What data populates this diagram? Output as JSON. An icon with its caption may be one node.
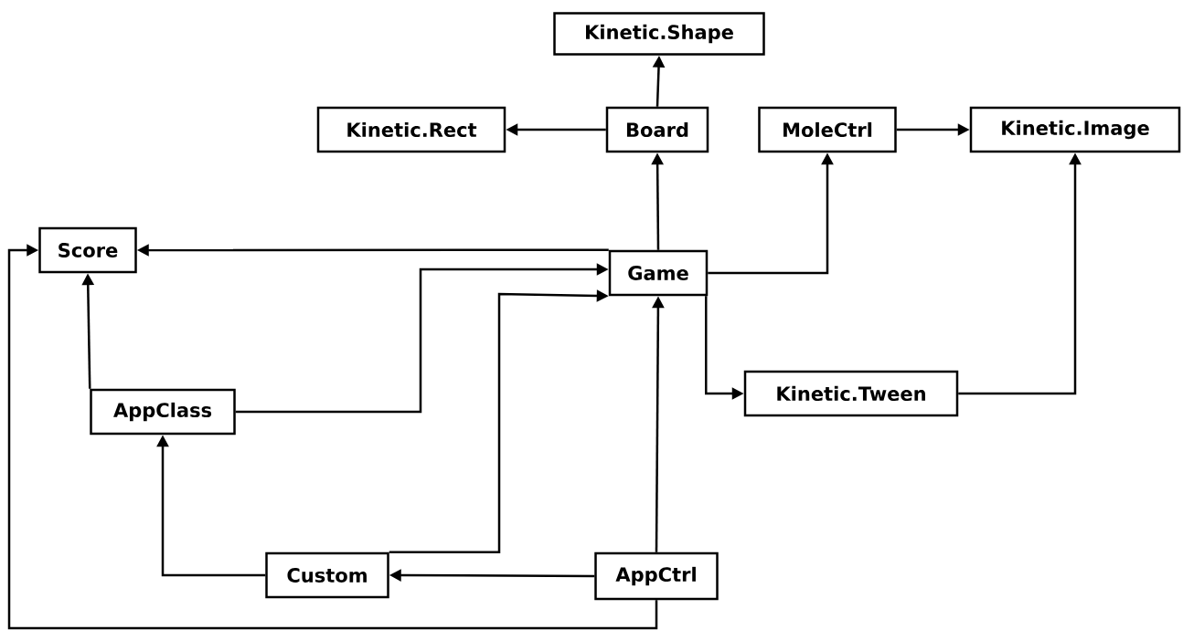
{
  "diagram": {
    "nodes": [
      {
        "text": [
          "Kinetic.Shape"
        ]
      },
      {
        "text": [
          "Kinetic.Rect"
        ]
      },
      {
        "text": [
          "Board"
        ]
      },
      {
        "text": [
          "MoleCtrl"
        ]
      },
      {
        "text": [
          "Kinetic.Image"
        ]
      },
      {
        "text": [
          "Score"
        ]
      },
      {
        "text": [
          "Game"
        ]
      },
      {
        "text": [
          "AppClass"
        ]
      },
      {
        "text": [
          "Kinetic.Tween"
        ]
      },
      {
        "text": [
          "Custom"
        ]
      },
      {
        "text": [
          "AppCtrl"
        ]
      }
    ],
    "edges": [
      {
        "from": 2,
        "to": 0,
        "arrow": "to"
      },
      {
        "from": 2,
        "to": 1,
        "arrow": "to"
      },
      {
        "from": 6,
        "to": 2,
        "arrow": "to"
      },
      {
        "from": 6,
        "to": 5,
        "arrow": "to"
      },
      {
        "from": 6,
        "to": 3,
        "arrow": "to"
      },
      {
        "from": 3,
        "to": 4,
        "arrow": "to"
      },
      {
        "from": 6,
        "to": 8,
        "arrow": "to"
      },
      {
        "from": 8,
        "to": 4,
        "arrow": "to"
      },
      {
        "from": 7,
        "to": 5,
        "arrow": "to"
      },
      {
        "from": 7,
        "to": 6,
        "arrow": "to"
      },
      {
        "from": 9,
        "to": 6,
        "arrow": "to"
      },
      {
        "from": 9,
        "to": 7,
        "arrow": "to"
      },
      {
        "from": 10,
        "to": 6,
        "arrow": "to"
      },
      {
        "from": 10,
        "to": 9,
        "arrow": "to"
      },
      {
        "from": 10,
        "to": 5,
        "arrow": "to"
      }
    ]
  }
}
